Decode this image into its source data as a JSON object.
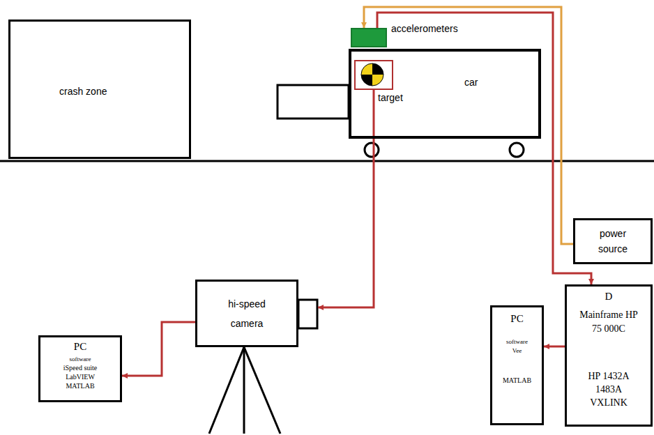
{
  "diagram": {
    "nodes": [
      {
        "text": [
          "crash zone"
        ]
      },
      {
        "text": [
          "accelerometers"
        ]
      },
      {
        "text": [
          "car"
        ]
      },
      {
        "text": [
          "target"
        ],
        "in": 2
      },
      {
        "text": [
          "power source"
        ]
      },
      {
        "text": [
          "hi-speed camera"
        ]
      },
      {
        "text": [
          "D",
          "Mainframe HP 75 000C",
          "HP 1432A 1483A VXLINK"
        ]
      },
      {
        "text": [
          "PC",
          "software",
          "iSpeed suite LabVIEW MATLAB"
        ]
      },
      {
        "text": [
          "PC",
          "software Vee",
          "MATLAB"
        ]
      }
    ],
    "edges": [
      {
        "from": 1,
        "to": 6,
        "arrow": "to"
      },
      {
        "from": 4,
        "to": 1,
        "arrow": "to"
      },
      {
        "from": 3,
        "to": 5,
        "arrow": "to"
      },
      {
        "from": 5,
        "to": 7,
        "arrow": "to"
      },
      {
        "from": 6,
        "to": 8,
        "arrow": "to"
      }
    ]
  }
}
